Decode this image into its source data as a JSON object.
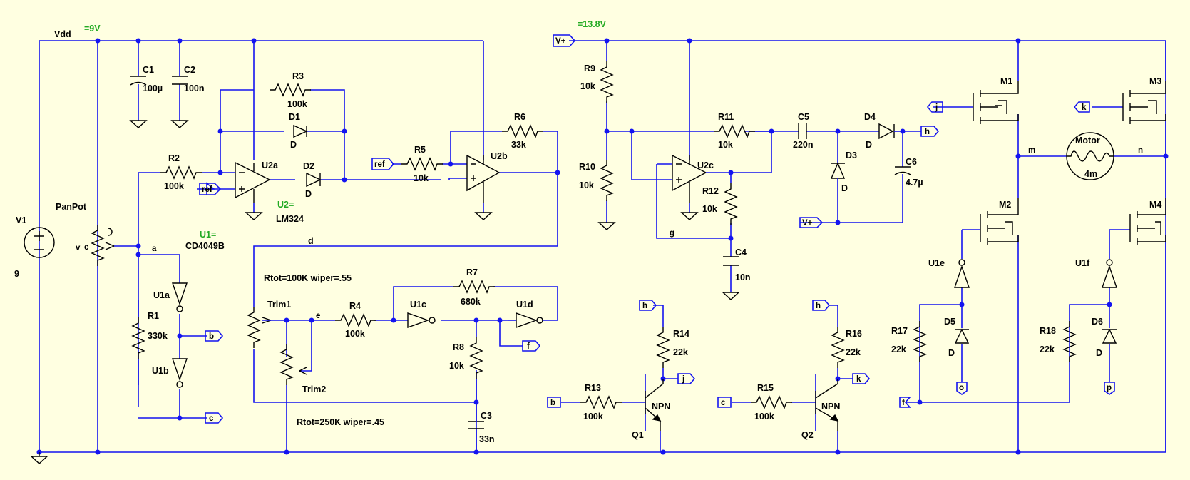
{
  "nets": {
    "vdd": "Vdd",
    "vdd_val": "=9V",
    "vplus_val": "=13.8V",
    "d": "d",
    "e": "e",
    "a": "a",
    "g": "g",
    "m": "m",
    "n": "n",
    "v": "v",
    "c": "c"
  },
  "V1": {
    "name": "V1",
    "val": "9"
  },
  "PanPot": {
    "name": "PanPot"
  },
  "C1": {
    "name": "C1",
    "val": "100µ"
  },
  "C2": {
    "name": "C2",
    "val": "100n"
  },
  "R1": {
    "name": "R1",
    "val": "330k"
  },
  "R2": {
    "name": "R2",
    "val": "100k"
  },
  "R3": {
    "name": "R3",
    "val": "100k"
  },
  "D1": {
    "name": "D1",
    "val": "D"
  },
  "D2": {
    "name": "D2",
    "val": "D"
  },
  "U2a": {
    "name": "U2a"
  },
  "U2": {
    "label": "U2=",
    "part": "LM324"
  },
  "U1": {
    "label": "U1=",
    "part": "CD4049B"
  },
  "R5": {
    "name": "R5",
    "val": "10k"
  },
  "R6": {
    "name": "R6",
    "val": "33k"
  },
  "U2b": {
    "name": "U2b"
  },
  "U1a": {
    "name": "U1a"
  },
  "U1b": {
    "name": "U1b"
  },
  "Trim1": {
    "name": "Trim1",
    "note": "Rtot=100K wiper=.55"
  },
  "Trim2": {
    "name": "Trim2",
    "note": "Rtot=250K wiper=.45"
  },
  "R4": {
    "name": "R4",
    "val": "100k"
  },
  "U1c": {
    "name": "U1c"
  },
  "R7": {
    "name": "R7",
    "val": "680k"
  },
  "U1d": {
    "name": "U1d"
  },
  "R8": {
    "name": "R8",
    "val": "10k"
  },
  "C3": {
    "name": "C3",
    "val": "33n"
  },
  "R9": {
    "name": "R9",
    "val": "10k"
  },
  "R10": {
    "name": "R10",
    "val": "10k"
  },
  "R11": {
    "name": "R11",
    "val": "10k"
  },
  "U2c": {
    "name": "U2c"
  },
  "R12": {
    "name": "R12",
    "val": "10k"
  },
  "C4": {
    "name": "C4",
    "val": "10n"
  },
  "C5": {
    "name": "C5",
    "val": "220n"
  },
  "D3": {
    "name": "D3",
    "val": "D"
  },
  "D4": {
    "name": "D4",
    "val": "D"
  },
  "C6": {
    "name": "C6",
    "val": "4.7µ"
  },
  "R13": {
    "name": "R13",
    "val": "100k"
  },
  "R14": {
    "name": "R14",
    "val": "22k"
  },
  "Q1": {
    "name": "Q1",
    "type": "NPN"
  },
  "R15": {
    "name": "R15",
    "val": "100k"
  },
  "R16": {
    "name": "R16",
    "val": "22k"
  },
  "Q2": {
    "name": "Q2",
    "type": "NPN"
  },
  "M1": {
    "name": "M1"
  },
  "M2": {
    "name": "M2"
  },
  "M3": {
    "name": "M3"
  },
  "M4": {
    "name": "M4"
  },
  "Motor": {
    "name": "Motor",
    "val": "4m"
  },
  "U1e": {
    "name": "U1e"
  },
  "U1f": {
    "name": "U1f"
  },
  "D5": {
    "name": "D5",
    "val": "D"
  },
  "D6": {
    "name": "D6",
    "val": "D"
  },
  "R17": {
    "name": "R17",
    "val": "22k"
  },
  "R18": {
    "name": "R18",
    "val": "22k"
  },
  "ports": {
    "ref": "ref",
    "vplus": "V+",
    "b": "b",
    "c": "c",
    "f": "f",
    "h": "h",
    "j": "j",
    "k": "k",
    "o": "o",
    "p": "p"
  },
  "colors": {
    "background": "#FFFFE1",
    "wire": "#1414F0",
    "component": "#000000",
    "annotation": "#22AA22"
  }
}
